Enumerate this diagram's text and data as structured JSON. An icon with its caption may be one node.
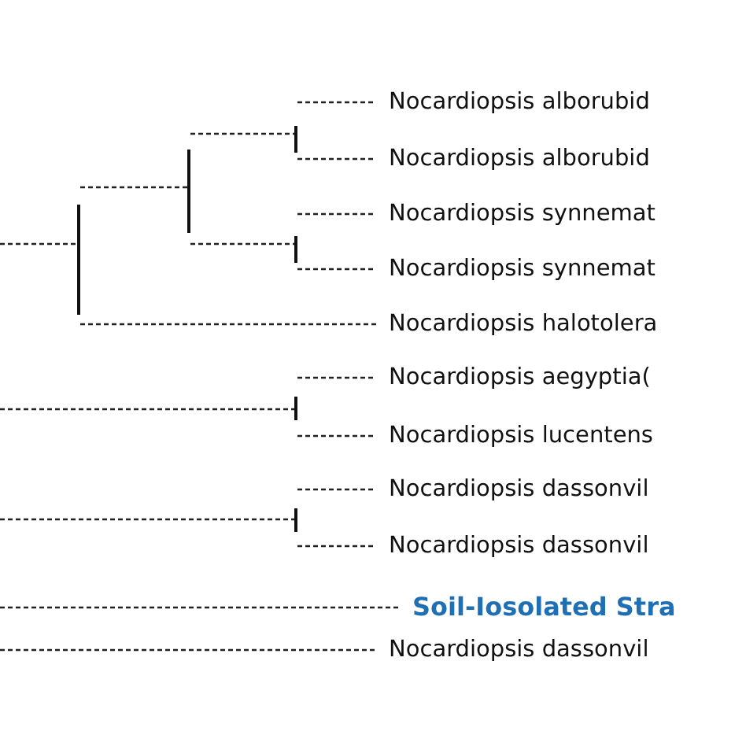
{
  "diagram": {
    "nodes": [
      {
        "text": [],
        "shape": "bar"
      },
      {
        "text": [],
        "shape": "bar"
      },
      {
        "text": [],
        "shape": "bar"
      },
      {
        "text": [
          "Nocardiopsis alborubid"
        ]
      },
      {
        "text": [
          "Nocardiopsis alborubid"
        ]
      },
      {
        "text": [],
        "shape": "bar"
      },
      {
        "text": [
          "Nocardiopsis synnemat"
        ]
      },
      {
        "text": [
          "Nocardiopsis synnemat"
        ]
      },
      {
        "text": [
          "Nocardiopsis halotolera"
        ]
      },
      {
        "text": [],
        "shape": "bar"
      },
      {
        "text": [
          "Nocardiopsis aegyptia("
        ]
      },
      {
        "text": [
          "Nocardiopsis lucentens"
        ]
      },
      {
        "text": [],
        "shape": "bar"
      },
      {
        "text": [
          "Nocardiopsis dassonvil"
        ]
      },
      {
        "text": [
          "Nocardiopsis dassonvil"
        ]
      },
      {
        "text": [
          "Soil-Iosolated Stra"
        ]
      },
      {
        "text": [
          "Nocardiopsis dassonvil"
        ]
      }
    ],
    "edges": [
      {
        "from": null,
        "to": 0,
        "arrow": "none",
        "style": "dashed"
      },
      {
        "from": 0,
        "to": 1,
        "arrow": "none",
        "style": "dashed"
      },
      {
        "from": 0,
        "to": 8,
        "arrow": "none",
        "style": "dashed"
      },
      {
        "from": 1,
        "to": 2,
        "arrow": "none",
        "style": "dashed"
      },
      {
        "from": 1,
        "to": 5,
        "arrow": "none",
        "style": "dashed"
      },
      {
        "from": 2,
        "to": 3,
        "arrow": "none",
        "style": "dashed"
      },
      {
        "from": 2,
        "to": 4,
        "arrow": "none",
        "style": "dashed"
      },
      {
        "from": 5,
        "to": 6,
        "arrow": "none",
        "style": "dashed"
      },
      {
        "from": 5,
        "to": 7,
        "arrow": "none",
        "style": "dashed"
      },
      {
        "from": null,
        "to": 9,
        "arrow": "none",
        "style": "dashed"
      },
      {
        "from": 9,
        "to": 10,
        "arrow": "none",
        "style": "dashed"
      },
      {
        "from": 9,
        "to": 11,
        "arrow": "none",
        "style": "dashed"
      },
      {
        "from": null,
        "to": 12,
        "arrow": "none",
        "style": "dashed"
      },
      {
        "from": 12,
        "to": 13,
        "arrow": "none",
        "style": "dashed"
      },
      {
        "from": 12,
        "to": 14,
        "arrow": "none",
        "style": "dashed"
      },
      {
        "from": null,
        "to": 15,
        "arrow": "none",
        "style": "dashed"
      },
      {
        "from": null,
        "to": 16,
        "arrow": "none",
        "style": "dashed"
      }
    ]
  }
}
